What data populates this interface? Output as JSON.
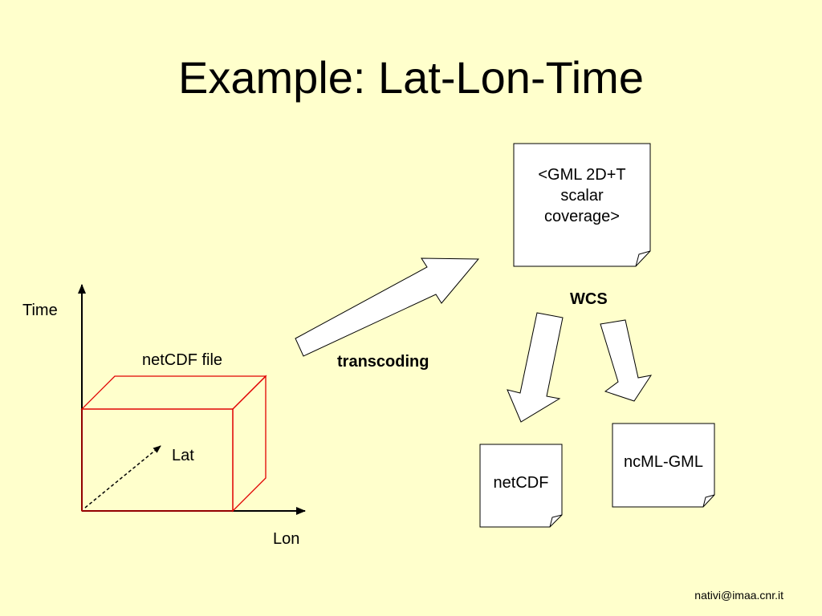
{
  "slide": {
    "title": "Example: Lat-Lon-Time",
    "footer": "nativi@imaa.cnr.it"
  },
  "diagram": {
    "axes": {
      "time_label": "Time",
      "lon_label": "Lon",
      "lat_label": "Lat"
    },
    "cube_label": "netCDF file",
    "transcoding_label": "transcoding",
    "wcs_label": "WCS",
    "documents": {
      "gml": [
        "<GML 2D+T",
        "scalar",
        "coverage>"
      ],
      "netcdf": "netCDF",
      "ncml": "ncML-GML"
    },
    "colors": {
      "background": "#ffffcc",
      "cube_edge": "#e00000",
      "document_fill": "#ffffff",
      "arrow_fill": "#ffffff"
    }
  }
}
